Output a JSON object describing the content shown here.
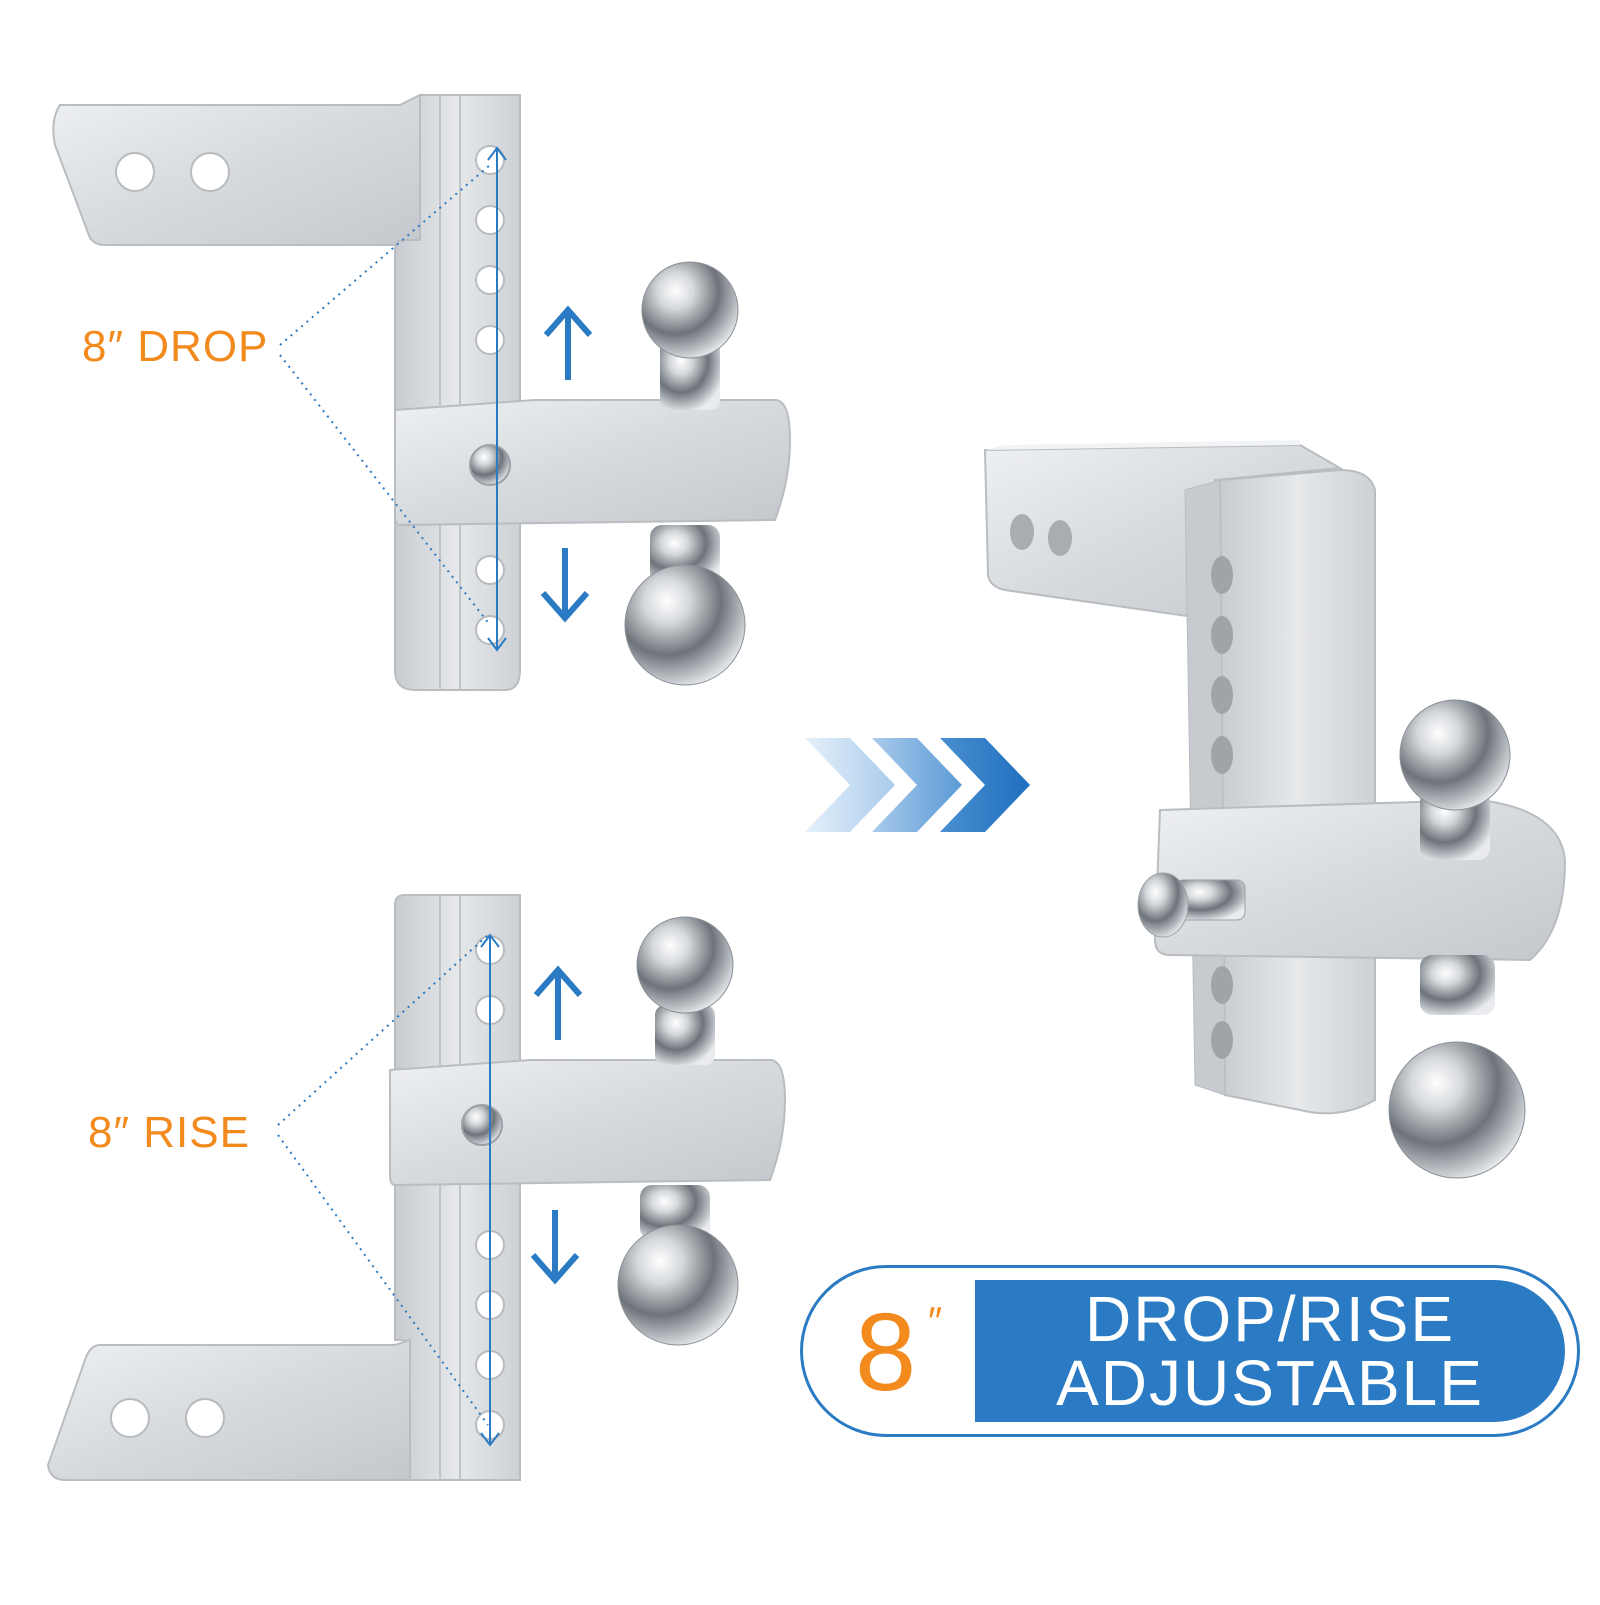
{
  "labels": {
    "drop": "8″ DROP",
    "rise": "8″ RISE"
  },
  "badge": {
    "number": "8",
    "unit": "″",
    "line1": "DROP/RISE",
    "line2": "ADJUSTABLE"
  },
  "colors": {
    "accent_blue": "#2a7bc4",
    "accent_orange": "#f28a1e",
    "aluminum": "#d9dcdf",
    "chrome": "#c9ccd0"
  },
  "icons": {
    "arrow_up": "arrow-up-icon",
    "arrow_down": "arrow-down-icon",
    "chevrons": "chevron-right-icon"
  }
}
